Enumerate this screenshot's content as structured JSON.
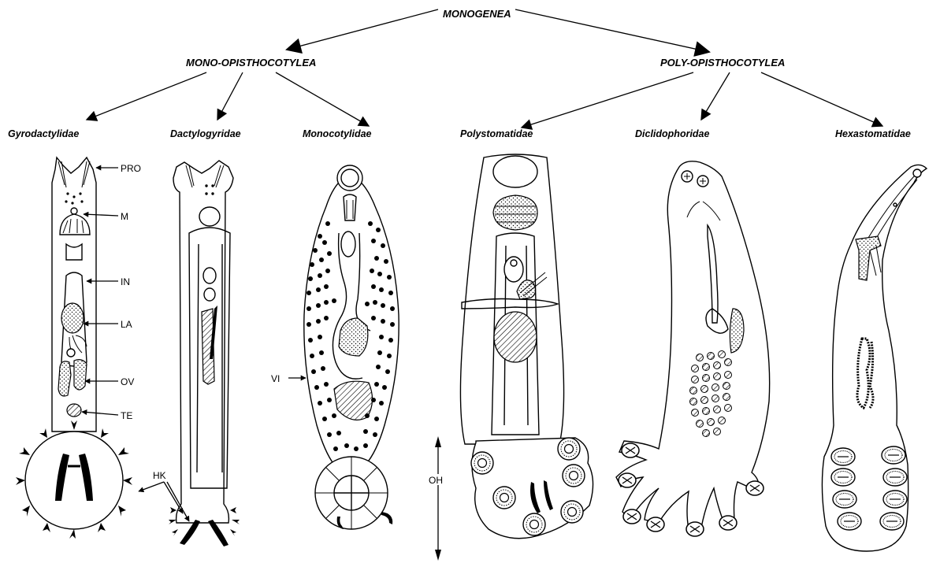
{
  "root": "MONOGENEA",
  "subclasses": {
    "left": "MONO-OPISTHOCOTYLEA",
    "right": "POLY-OPISTHOCOTYLEA"
  },
  "families": [
    "Gyrodactylidae",
    "Dactylogyridae",
    "Monocotylidae",
    "Polystomatidae",
    "Diclidophoridae",
    "Hexastomatidae"
  ],
  "labels": {
    "pro": "PRO",
    "m": "M",
    "in": "IN",
    "la": "LA",
    "ov": "OV",
    "te": "TE",
    "hk": "HK",
    "vi": "VI",
    "oh": "OH"
  }
}
